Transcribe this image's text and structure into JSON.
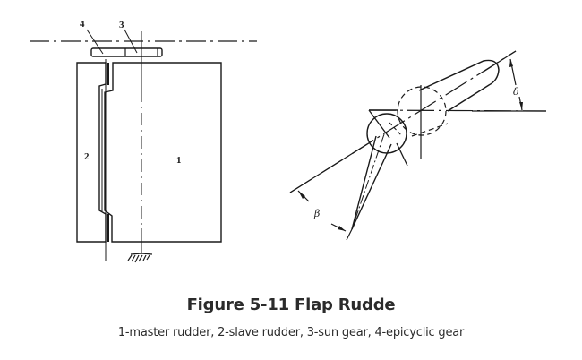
{
  "figure": {
    "title": "Figure 5-11 Flap Rudde",
    "legend": "1-master rudder, 2-slave rudder, 3-sun gear, 4-epicyclic gear"
  },
  "left_view": {
    "labels": {
      "master_rudder": "1",
      "slave_rudder": "2",
      "sun_gear": "3",
      "epicyclic_gear": "4"
    }
  },
  "right_view": {
    "angles": {
      "flap_angle": "β",
      "rudder_angle": "δ"
    }
  },
  "colors": {
    "line": "#1a1a1a",
    "text": "#2b2b2b",
    "background": "#ffffff"
  }
}
